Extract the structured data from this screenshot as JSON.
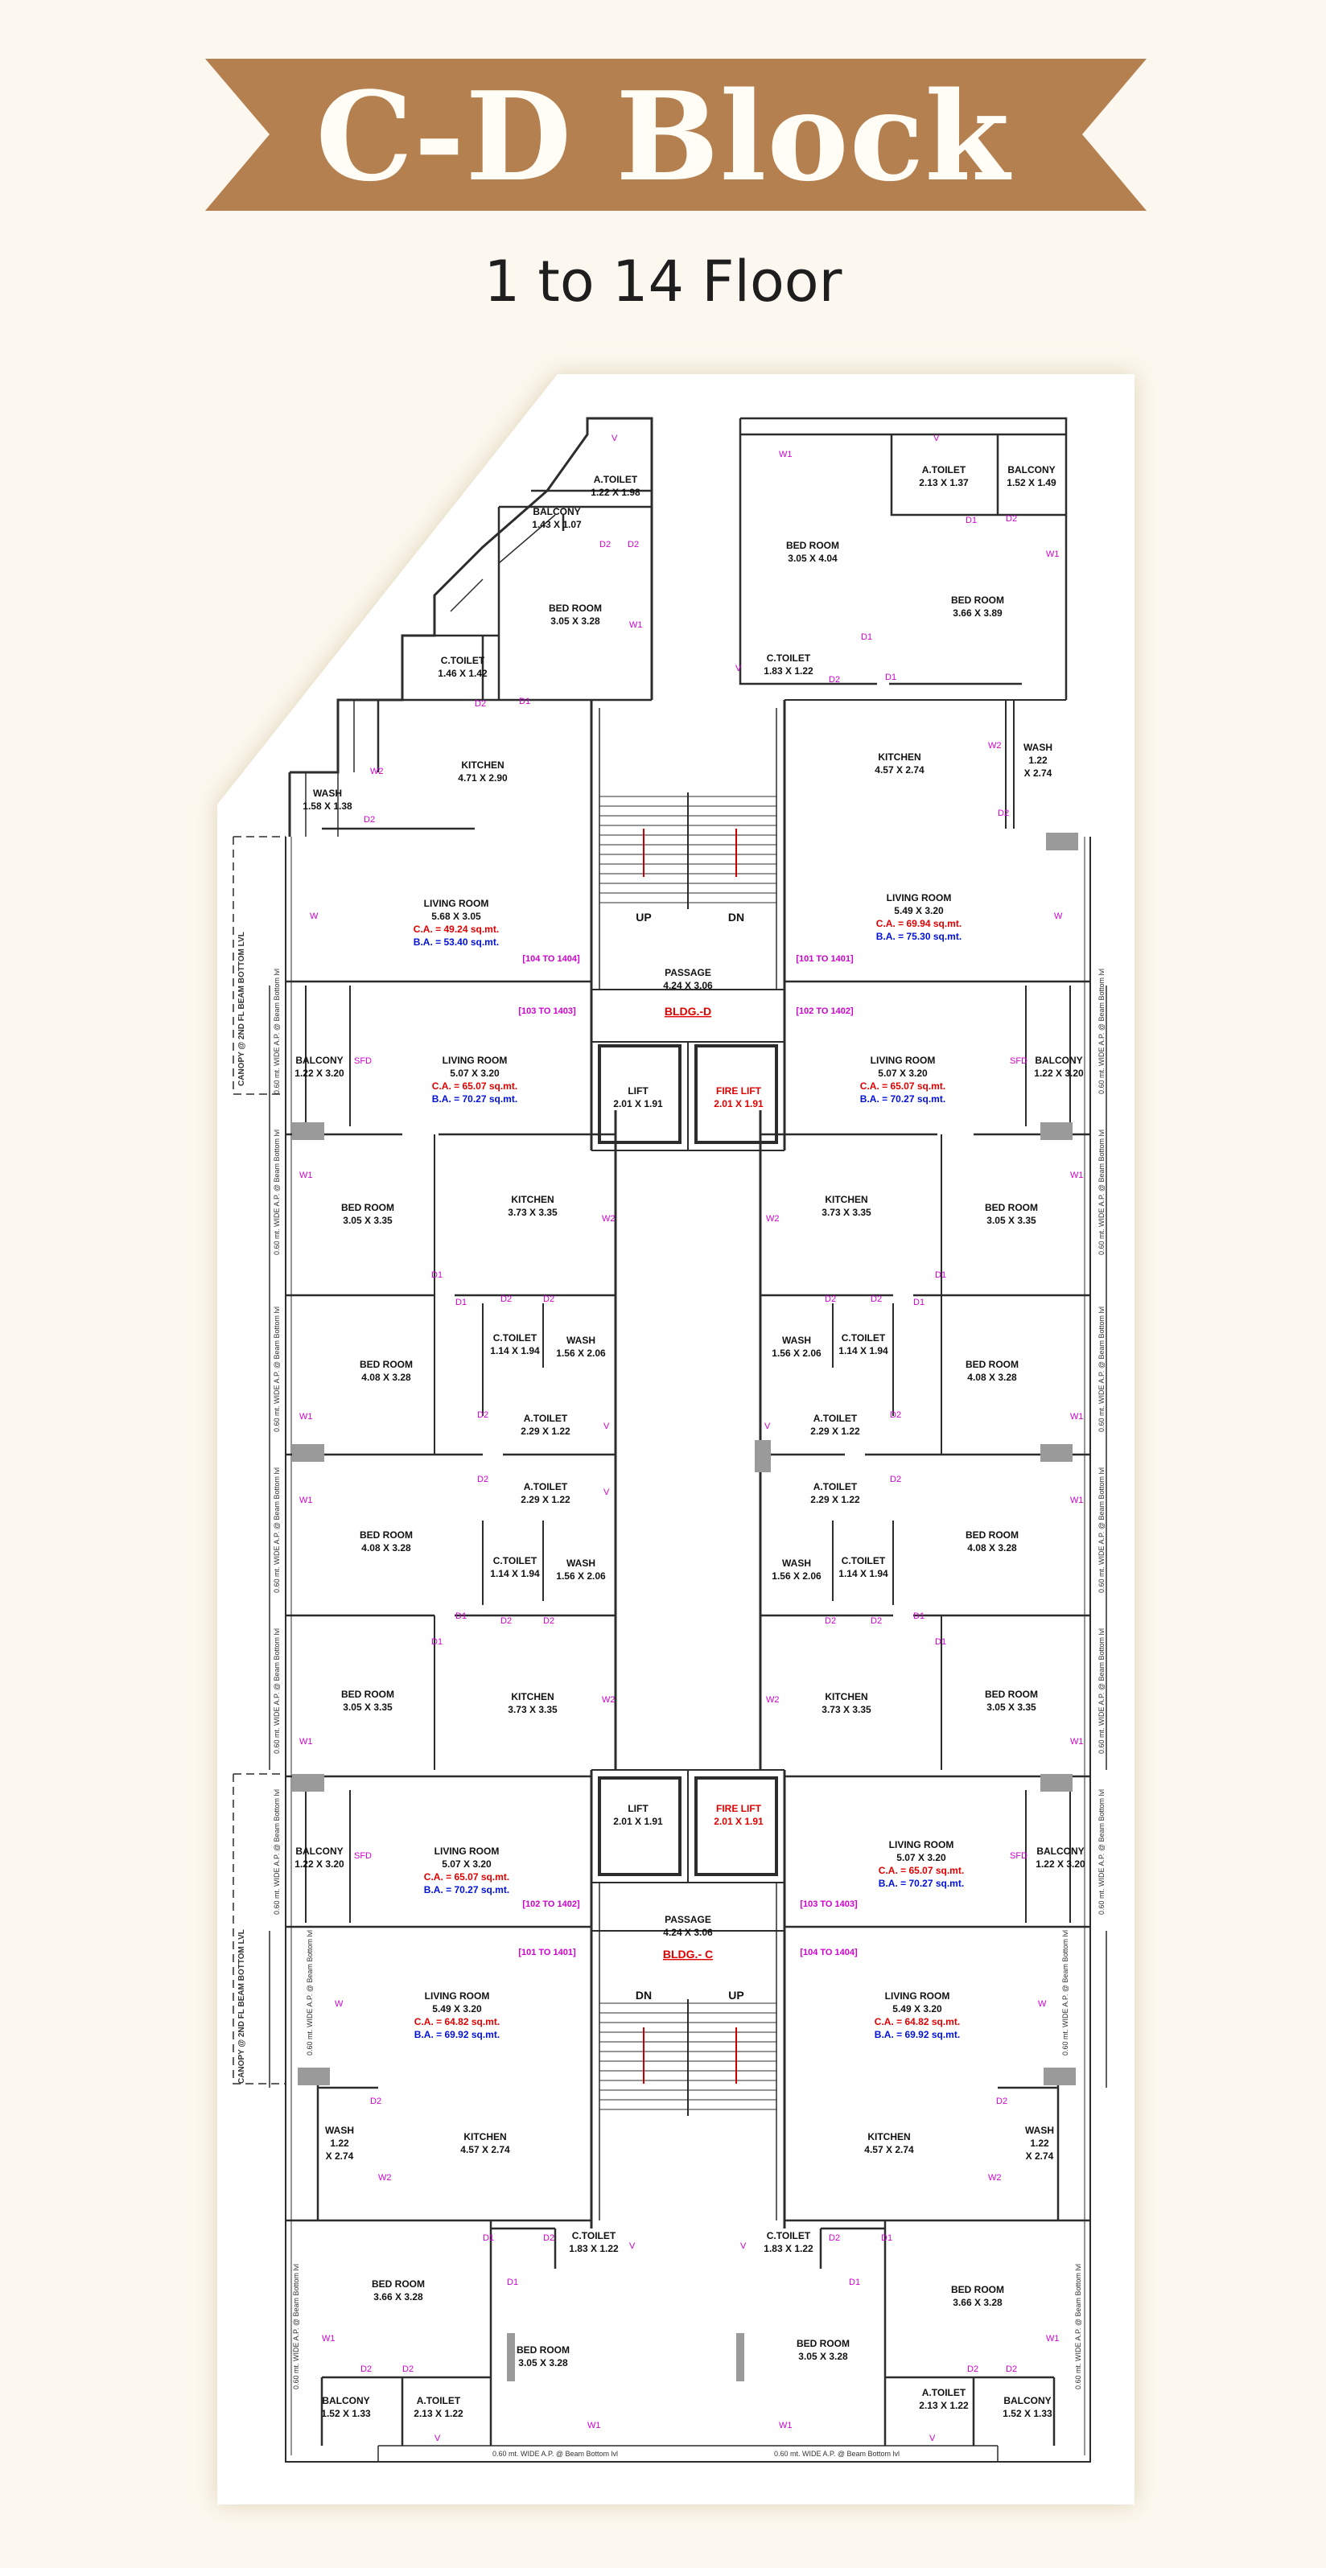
{
  "banner": {
    "title": "C-D Block",
    "color": "#b5804f"
  },
  "subtitle": "1 to 14 Floor",
  "rooms": [
    {
      "id": "d-tl-atoilet",
      "name": "A.TOILET",
      "dim": "1.22 X 1.98"
    },
    {
      "id": "d-tl-balcony",
      "name": "BALCONY",
      "dim": "1.43 X 1.07"
    },
    {
      "id": "d-tl-bedroom",
      "name": "BED ROOM",
      "dim": "3.05 X 3.28"
    },
    {
      "id": "d-tl-ctoilet",
      "name": "C.TOILET",
      "dim": "1.46 X 1.42"
    },
    {
      "id": "d-tl-kitchen",
      "name": "KITCHEN",
      "dim": "4.71 X 2.90"
    },
    {
      "id": "d-tl-wash",
      "name": "WASH",
      "dim": "1.58 X 1.38"
    },
    {
      "id": "d-tl-living",
      "name": "LIVING ROOM",
      "dim": "5.68 X 3.05",
      "ca": "C.A. = 49.24 sq.mt.",
      "ba": "B.A. = 53.40 sq.mt."
    },
    {
      "id": "d-tr-bedroom-a",
      "name": "BED ROOM",
      "dim": "3.05 X 4.04"
    },
    {
      "id": "d-tr-atoilet",
      "name": "A.TOILET",
      "dim": "2.13 X 1.37"
    },
    {
      "id": "d-tr-balcony",
      "name": "BALCONY",
      "dim": "1.52 X 1.49"
    },
    {
      "id": "d-tr-bedroom-b",
      "name": "BED ROOM",
      "dim": "3.66 X 3.89"
    },
    {
      "id": "d-tr-ctoilet",
      "name": "C.TOILET",
      "dim": "1.83 X 1.22"
    },
    {
      "id": "d-tr-kitchen",
      "name": "KITCHEN",
      "dim": "4.57 X 2.74"
    },
    {
      "id": "d-tr-wash",
      "name": "WASH",
      "dim": "1.22\nX 2.74"
    },
    {
      "id": "d-tr-living",
      "name": "LIVING ROOM",
      "dim": "5.49 X 3.20",
      "ca": "C.A. = 69.94 sq.mt.",
      "ba": "B.A. = 75.30 sq.mt."
    },
    {
      "id": "d-passage",
      "name": "PASSAGE",
      "dim": "4.24 X 3.06"
    },
    {
      "id": "d-lift",
      "name": "LIFT",
      "dim": "2.01 X 1.91"
    },
    {
      "id": "d-firelift",
      "name": "FIRE LIFT",
      "dim": "2.01 X 1.91"
    },
    {
      "id": "d-ml-balcony",
      "name": "BALCONY",
      "dim": "1.22 X 3.20"
    },
    {
      "id": "d-ml-living",
      "name": "LIVING ROOM",
      "dim": "5.07 X 3.20",
      "ca": "C.A. = 65.07 sq.mt.",
      "ba": "B.A. = 70.27 sq.mt."
    },
    {
      "id": "d-ml-bedroom-a",
      "name": "BED ROOM",
      "dim": "3.05 X 3.35"
    },
    {
      "id": "d-ml-kitchen",
      "name": "KITCHEN",
      "dim": "3.73 X 3.35"
    },
    {
      "id": "d-ml-bedroom-b",
      "name": "BED ROOM",
      "dim": "4.08 X 3.28"
    },
    {
      "id": "d-ml-ctoilet",
      "name": "C.TOILET",
      "dim": "1.14 X 1.94"
    },
    {
      "id": "d-ml-wash",
      "name": "WASH",
      "dim": "1.56 X 2.06"
    },
    {
      "id": "d-ml-atoilet",
      "name": "A.TOILET",
      "dim": "2.29 X 1.22"
    },
    {
      "id": "d-mr-balcony",
      "name": "BALCONY",
      "dim": "1.22 X 3.20"
    },
    {
      "id": "d-mr-living",
      "name": "LIVING ROOM",
      "dim": "5.07 X 3.20",
      "ca": "C.A. = 65.07 sq.mt.",
      "ba": "B.A. = 70.27 sq.mt."
    },
    {
      "id": "d-mr-kitchen",
      "name": "KITCHEN",
      "dim": "3.73 X 3.35"
    },
    {
      "id": "d-mr-bedroom-a",
      "name": "BED ROOM",
      "dim": "3.05 X 3.35"
    },
    {
      "id": "d-mr-wash",
      "name": "WASH",
      "dim": "1.56 X 2.06"
    },
    {
      "id": "d-mr-ctoilet",
      "name": "C.TOILET",
      "dim": "1.14 X 1.94"
    },
    {
      "id": "d-mr-bedroom-b",
      "name": "BED ROOM",
      "dim": "4.08 X 3.28"
    },
    {
      "id": "d-mr-atoilet",
      "name": "A.TOILET",
      "dim": "2.29 X 1.22"
    },
    {
      "id": "c-ml-atoilet",
      "name": "A.TOILET",
      "dim": "2.29 X 1.22"
    },
    {
      "id": "c-ml-bedroom-b",
      "name": "BED ROOM",
      "dim": "4.08 X 3.28"
    },
    {
      "id": "c-ml-ctoilet",
      "name": "C.TOILET",
      "dim": "1.14 X 1.94"
    },
    {
      "id": "c-ml-wash",
      "name": "WASH",
      "dim": "1.56 X 2.06"
    },
    {
      "id": "c-ml-bedroom-a",
      "name": "BED ROOM",
      "dim": "3.05 X 3.35"
    },
    {
      "id": "c-ml-kitchen",
      "name": "KITCHEN",
      "dim": "3.73 X 3.35"
    },
    {
      "id": "c-mr-atoilet",
      "name": "A.TOILET",
      "dim": "2.29 X 1.22"
    },
    {
      "id": "c-mr-wash",
      "name": "WASH",
      "dim": "1.56 X 2.06"
    },
    {
      "id": "c-mr-ctoilet",
      "name": "C.TOILET",
      "dim": "1.14 X 1.94"
    },
    {
      "id": "c-mr-bedroom-b",
      "name": "BED ROOM",
      "dim": "4.08 X 3.28"
    },
    {
      "id": "c-mr-kitchen",
      "name": "KITCHEN",
      "dim": "3.73 X 3.35"
    },
    {
      "id": "c-mr-bedroom-a",
      "name": "BED ROOM",
      "dim": "3.05 X 3.35"
    },
    {
      "id": "c-lift",
      "name": "LIFT",
      "dim": "2.01 X 1.91"
    },
    {
      "id": "c-firelift",
      "name": "FIRE LIFT",
      "dim": "2.01 X 1.91"
    },
    {
      "id": "c-ml-balcony",
      "name": "BALCONY",
      "dim": "1.22 X 3.20"
    },
    {
      "id": "c-ml-living",
      "name": "LIVING ROOM",
      "dim": "5.07 X 3.20",
      "ca": "C.A. = 65.07 sq.mt.",
      "ba": "B.A. = 70.27 sq.mt."
    },
    {
      "id": "c-mr-living",
      "name": "LIVING ROOM",
      "dim": "5.07 X 3.20",
      "ca": "C.A. = 65.07 sq.mt.",
      "ba": "B.A. = 70.27 sq.mt."
    },
    {
      "id": "c-mr-balcony",
      "name": "BALCONY",
      "dim": "1.22 X 3.20"
    },
    {
      "id": "c-passage",
      "name": "PASSAGE",
      "dim": "4.24 X 3.06"
    },
    {
      "id": "c-bl-living",
      "name": "LIVING ROOM",
      "dim": "5.49 X 3.20",
      "ca": "C.A. = 64.82 sq.mt.",
      "ba": "B.A. = 69.92 sq.mt."
    },
    {
      "id": "c-br-living",
      "name": "LIVING ROOM",
      "dim": "5.49 X 3.20",
      "ca": "C.A. = 64.82 sq.mt.",
      "ba": "B.A. = 69.92 sq.mt."
    },
    {
      "id": "c-bl-wash",
      "name": "WASH",
      "dim": "1.22\nX 2.74"
    },
    {
      "id": "c-bl-kitchen",
      "name": "KITCHEN",
      "dim": "4.57 X 2.74"
    },
    {
      "id": "c-br-kitchen",
      "name": "KITCHEN",
      "dim": "4.57 X 2.74"
    },
    {
      "id": "c-br-wash",
      "name": "WASH",
      "dim": "1.22\nX 2.74"
    },
    {
      "id": "c-bl-ctoilet",
      "name": "C.TOILET",
      "dim": "1.83 X 1.22"
    },
    {
      "id": "c-br-ctoilet",
      "name": "C.TOILET",
      "dim": "1.83 X 1.22"
    },
    {
      "id": "c-bl-bedroom-a",
      "name": "BED ROOM",
      "dim": "3.66 X 3.28"
    },
    {
      "id": "c-bl-bedroom-b",
      "name": "BED ROOM",
      "dim": "3.05 X 3.28"
    },
    {
      "id": "c-bl-atoilet",
      "name": "A.TOILET",
      "dim": "2.13 X 1.22"
    },
    {
      "id": "c-bl-balcony",
      "name": "BALCONY",
      "dim": "1.52 X 1.33"
    },
    {
      "id": "c-br-bedroom-a",
      "name": "BED ROOM",
      "dim": "3.66 X 3.28"
    },
    {
      "id": "c-br-bedroom-b",
      "name": "BED ROOM",
      "dim": "3.05 X 3.28"
    },
    {
      "id": "c-br-atoilet",
      "name": "A.TOILET",
      "dim": "2.13 X 1.22"
    },
    {
      "id": "c-br-balcony",
      "name": "BALCONY",
      "dim": "1.52 X 1.33"
    }
  ],
  "stairs": {
    "up": "UP",
    "dn": "DN"
  },
  "buildings": {
    "d": "BLDG.-D",
    "c": "BLDG.- C"
  },
  "flat_tags": [
    "[104 TO 1404]",
    "[101 TO 1401]",
    "[103 TO 1403]",
    "[102 TO 1402]",
    "[102 TO 1402]",
    "[103 TO 1403]",
    "[101 TO 1401]",
    "[104 TO 1404]"
  ],
  "door_marks": [
    "D1",
    "D2",
    "W1",
    "W2",
    "V",
    "W",
    "SFD"
  ],
  "notes": {
    "canopy": "CANOPY @ 2ND FL BEAM BOTTOM LVL",
    "beam_left": "0.60 mt. WIDE A.P. @ Beam Bottom lvl",
    "beam_right": "0.60 mt. WIDE A.P. @ Beam Bottom lvl",
    "beam_bottom": "0.60 mt. WIDE A.P. @ Beam Bottom lvl"
  }
}
